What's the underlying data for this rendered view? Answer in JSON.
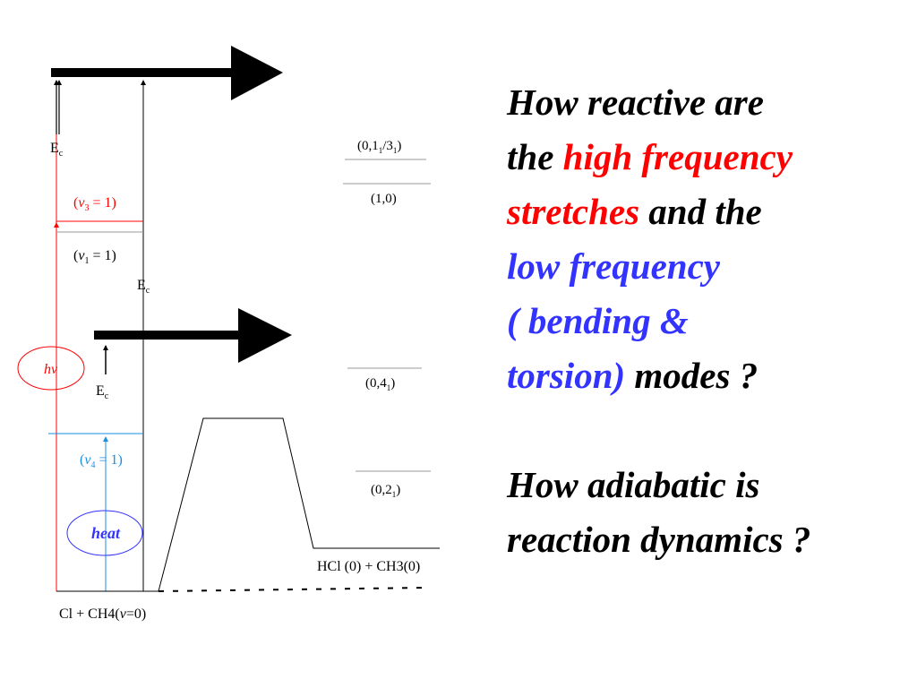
{
  "colors": {
    "red": "#ff0000",
    "blue": "#3333ff",
    "lightblue": "#1a8fe0",
    "black": "#000000",
    "gray": "#999999"
  },
  "diagram": {
    "levels_left": {
      "v3": {
        "v": "v",
        "sub": "3",
        "rest": " = 1)"
      },
      "v1": {
        "v": "v",
        "sub": "1",
        "rest": " = 1)"
      },
      "v4": {
        "v": "v",
        "sub": "4",
        "rest": " = 1)"
      }
    },
    "ec": {
      "main": "E",
      "sub": "c"
    },
    "hv_label": "hν",
    "heat_label": "heat",
    "reactant_label_pre": "Cl + CH4(",
    "reactant_label_v": "v",
    "reactant_label_post": "=0)",
    "product_label": "HCl (0) + CH3(0)",
    "product_levels": {
      "l1": {
        "a": "(0,1",
        "s1": "1",
        "b": "/3",
        "s2": "1",
        "c": ")"
      },
      "l2": "(1,0)",
      "l3": {
        "a": "(0,4",
        "s1": "1",
        "c": ")"
      },
      "l4": {
        "a": "(0,2",
        "s1": "1",
        "c": ")"
      }
    }
  },
  "question": {
    "line1": "How reactive are",
    "line2_a": "the ",
    "line2_b": "high frequency",
    "line3_a": "stretches",
    "line3_b": " and the",
    "line4": "low frequency",
    "line5": "( bending &",
    "line6_a": "torsion)",
    "line6_b": " modes ?",
    "line8": "How adiabatic is",
    "line9": "reaction dynamics ?"
  }
}
